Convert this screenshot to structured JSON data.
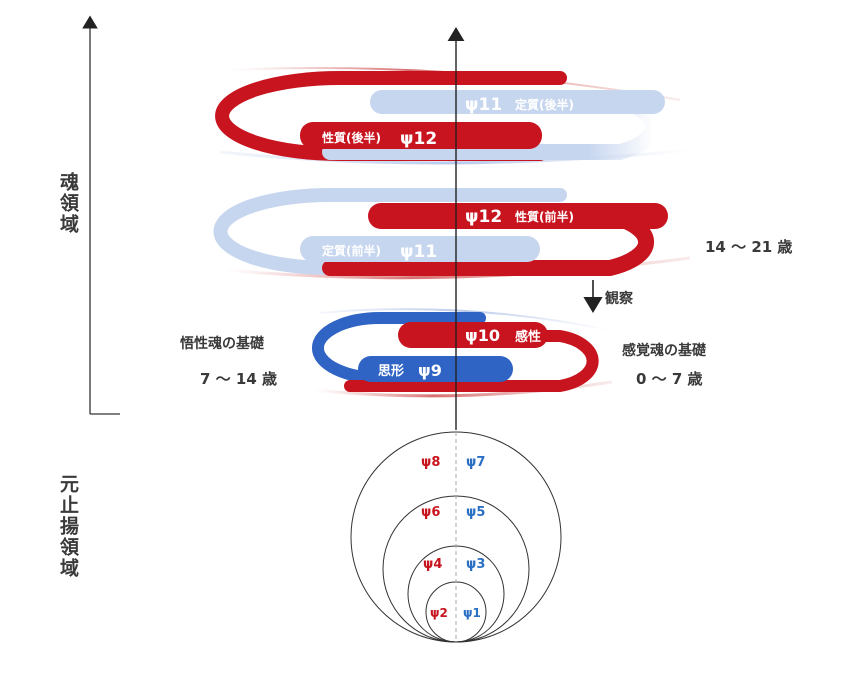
{
  "side_labels": {
    "soul_domain": "魂領域",
    "ground_domain": "元止揚領域"
  },
  "spiral_top": {
    "back_band": {
      "symbol": "ψ11",
      "text": "定質(後半)"
    },
    "front_band": {
      "text": "性質(後半)",
      "symbol": "ψ12"
    }
  },
  "spiral_middle": {
    "front_band": {
      "symbol": "ψ12",
      "text": "性質(前半)"
    },
    "back_band": {
      "text": "定質(前半)",
      "symbol": "ψ11"
    },
    "age": "14 ～ 21 歳"
  },
  "observe_label": "観察",
  "spiral_bottom": {
    "red_band": {
      "symbol": "ψ10",
      "text": "感性"
    },
    "blue_band": {
      "text": "思形",
      "symbol": "ψ9"
    },
    "left_title": "悟性魂の基礎",
    "left_age": "7 ～ 14 歳",
    "right_title": "感覚魂の基礎",
    "right_age": "0 ～ 7 歳"
  },
  "circles": {
    "left": [
      "ψ8",
      "ψ6",
      "ψ4",
      "ψ2"
    ],
    "right": [
      "ψ7",
      "ψ5",
      "ψ3",
      "ψ1"
    ]
  },
  "colors": {
    "red": "#c8141e",
    "light_blue": "#c7d6ef",
    "blue": "#2f63c4",
    "left_circle_text": "#c8141e",
    "right_circle_text": "#2a6fc4"
  }
}
